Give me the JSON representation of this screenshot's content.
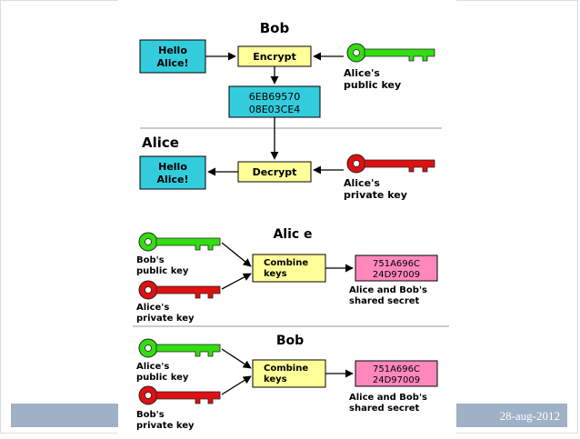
{
  "footer": {
    "date": "28-aug-2012"
  },
  "colors": {
    "cyan_box": "#33ccdd",
    "yellow_box": "#ffff99",
    "pink_box": "#ff88bb",
    "green_key": "#33dd11",
    "red_key": "#dd1111",
    "footer_bar": "#9fb1c6"
  },
  "encryption": {
    "bob_label": "Bob",
    "plaintext_top": [
      "Hello",
      "Alice!"
    ],
    "encrypt_label": "Encrypt",
    "public_key_label": [
      "Alice's",
      "public key"
    ],
    "ciphertext": [
      "6EB69570",
      "08E03CE4"
    ],
    "alice_label": "Alice",
    "plaintext_bottom": [
      "Hello",
      "Alice!"
    ],
    "decrypt_label": "Decrypt",
    "private_key_label": [
      "Alice's",
      "private key"
    ]
  },
  "key_exchange": [
    {
      "title": "Alic e",
      "key1_label": [
        "Bob's",
        "public key"
      ],
      "key2_label": [
        "Alice's",
        "private key"
      ],
      "combine_label": [
        "Combine",
        "keys"
      ],
      "secret": [
        "751A696C",
        "24D97009"
      ],
      "secret_label": [
        "Alice and Bob's",
        "shared secret"
      ]
    },
    {
      "title": "Bob",
      "key1_label": [
        "Alice's",
        "public key"
      ],
      "key2_label": [
        "Bob's",
        "private key"
      ],
      "combine_label": [
        "Combine",
        "keys"
      ],
      "secret": [
        "751A696C",
        "24D97009"
      ],
      "secret_label": [
        "Alice and Bob's",
        "shared secret"
      ]
    }
  ]
}
